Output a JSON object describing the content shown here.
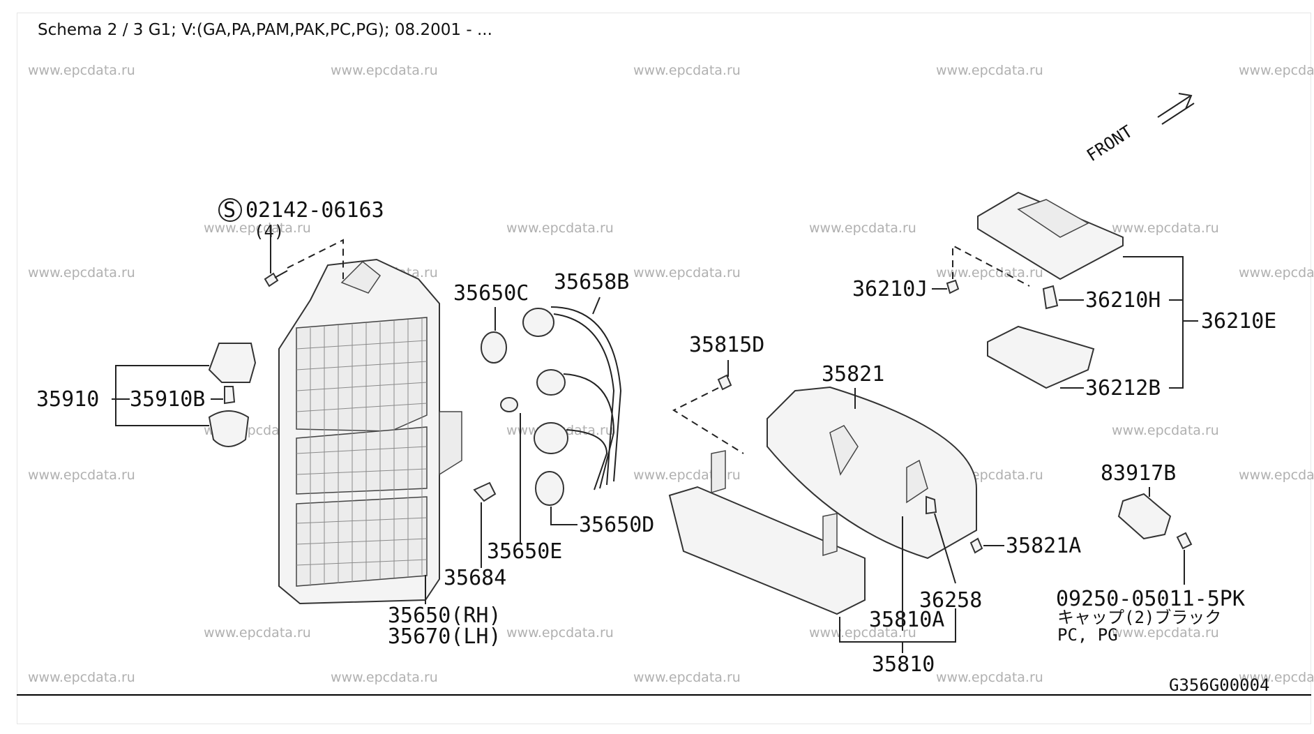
{
  "title": "Schema 2 / 3 G1; V:(GA,PA,PAM,PAK,PC,PG); 08.2001 - ...",
  "watermark": "www.epcdata.ru",
  "front_label": "FRONT",
  "drawing_code": "G356G00004",
  "labels": {
    "s_symbol": "S",
    "p02142": "02142-06163",
    "p02142_qty": "(4)",
    "p35910": "35910",
    "p35910B": "35910B",
    "p35650C": "35650C",
    "p35658B": "35658B",
    "p35650D": "35650D",
    "p35650E": "35650E",
    "p35684": "35684",
    "p35650RH": "35650(RH)",
    "p35670LH": "35670(LH)",
    "p35815D": "35815D",
    "p35821": "35821",
    "p35821A": "35821A",
    "p36258": "36258",
    "p35810A": "35810A",
    "p35810": "35810",
    "p36210J": "36210J",
    "p36210H": "36210H",
    "p36210E": "36210E",
    "p36212B": "36212B",
    "p83917B": "83917B",
    "p09250": "09250-05011-5PK",
    "cap_note": "キャップ(2)ブラック",
    "pc_pg": "PC, PG"
  }
}
